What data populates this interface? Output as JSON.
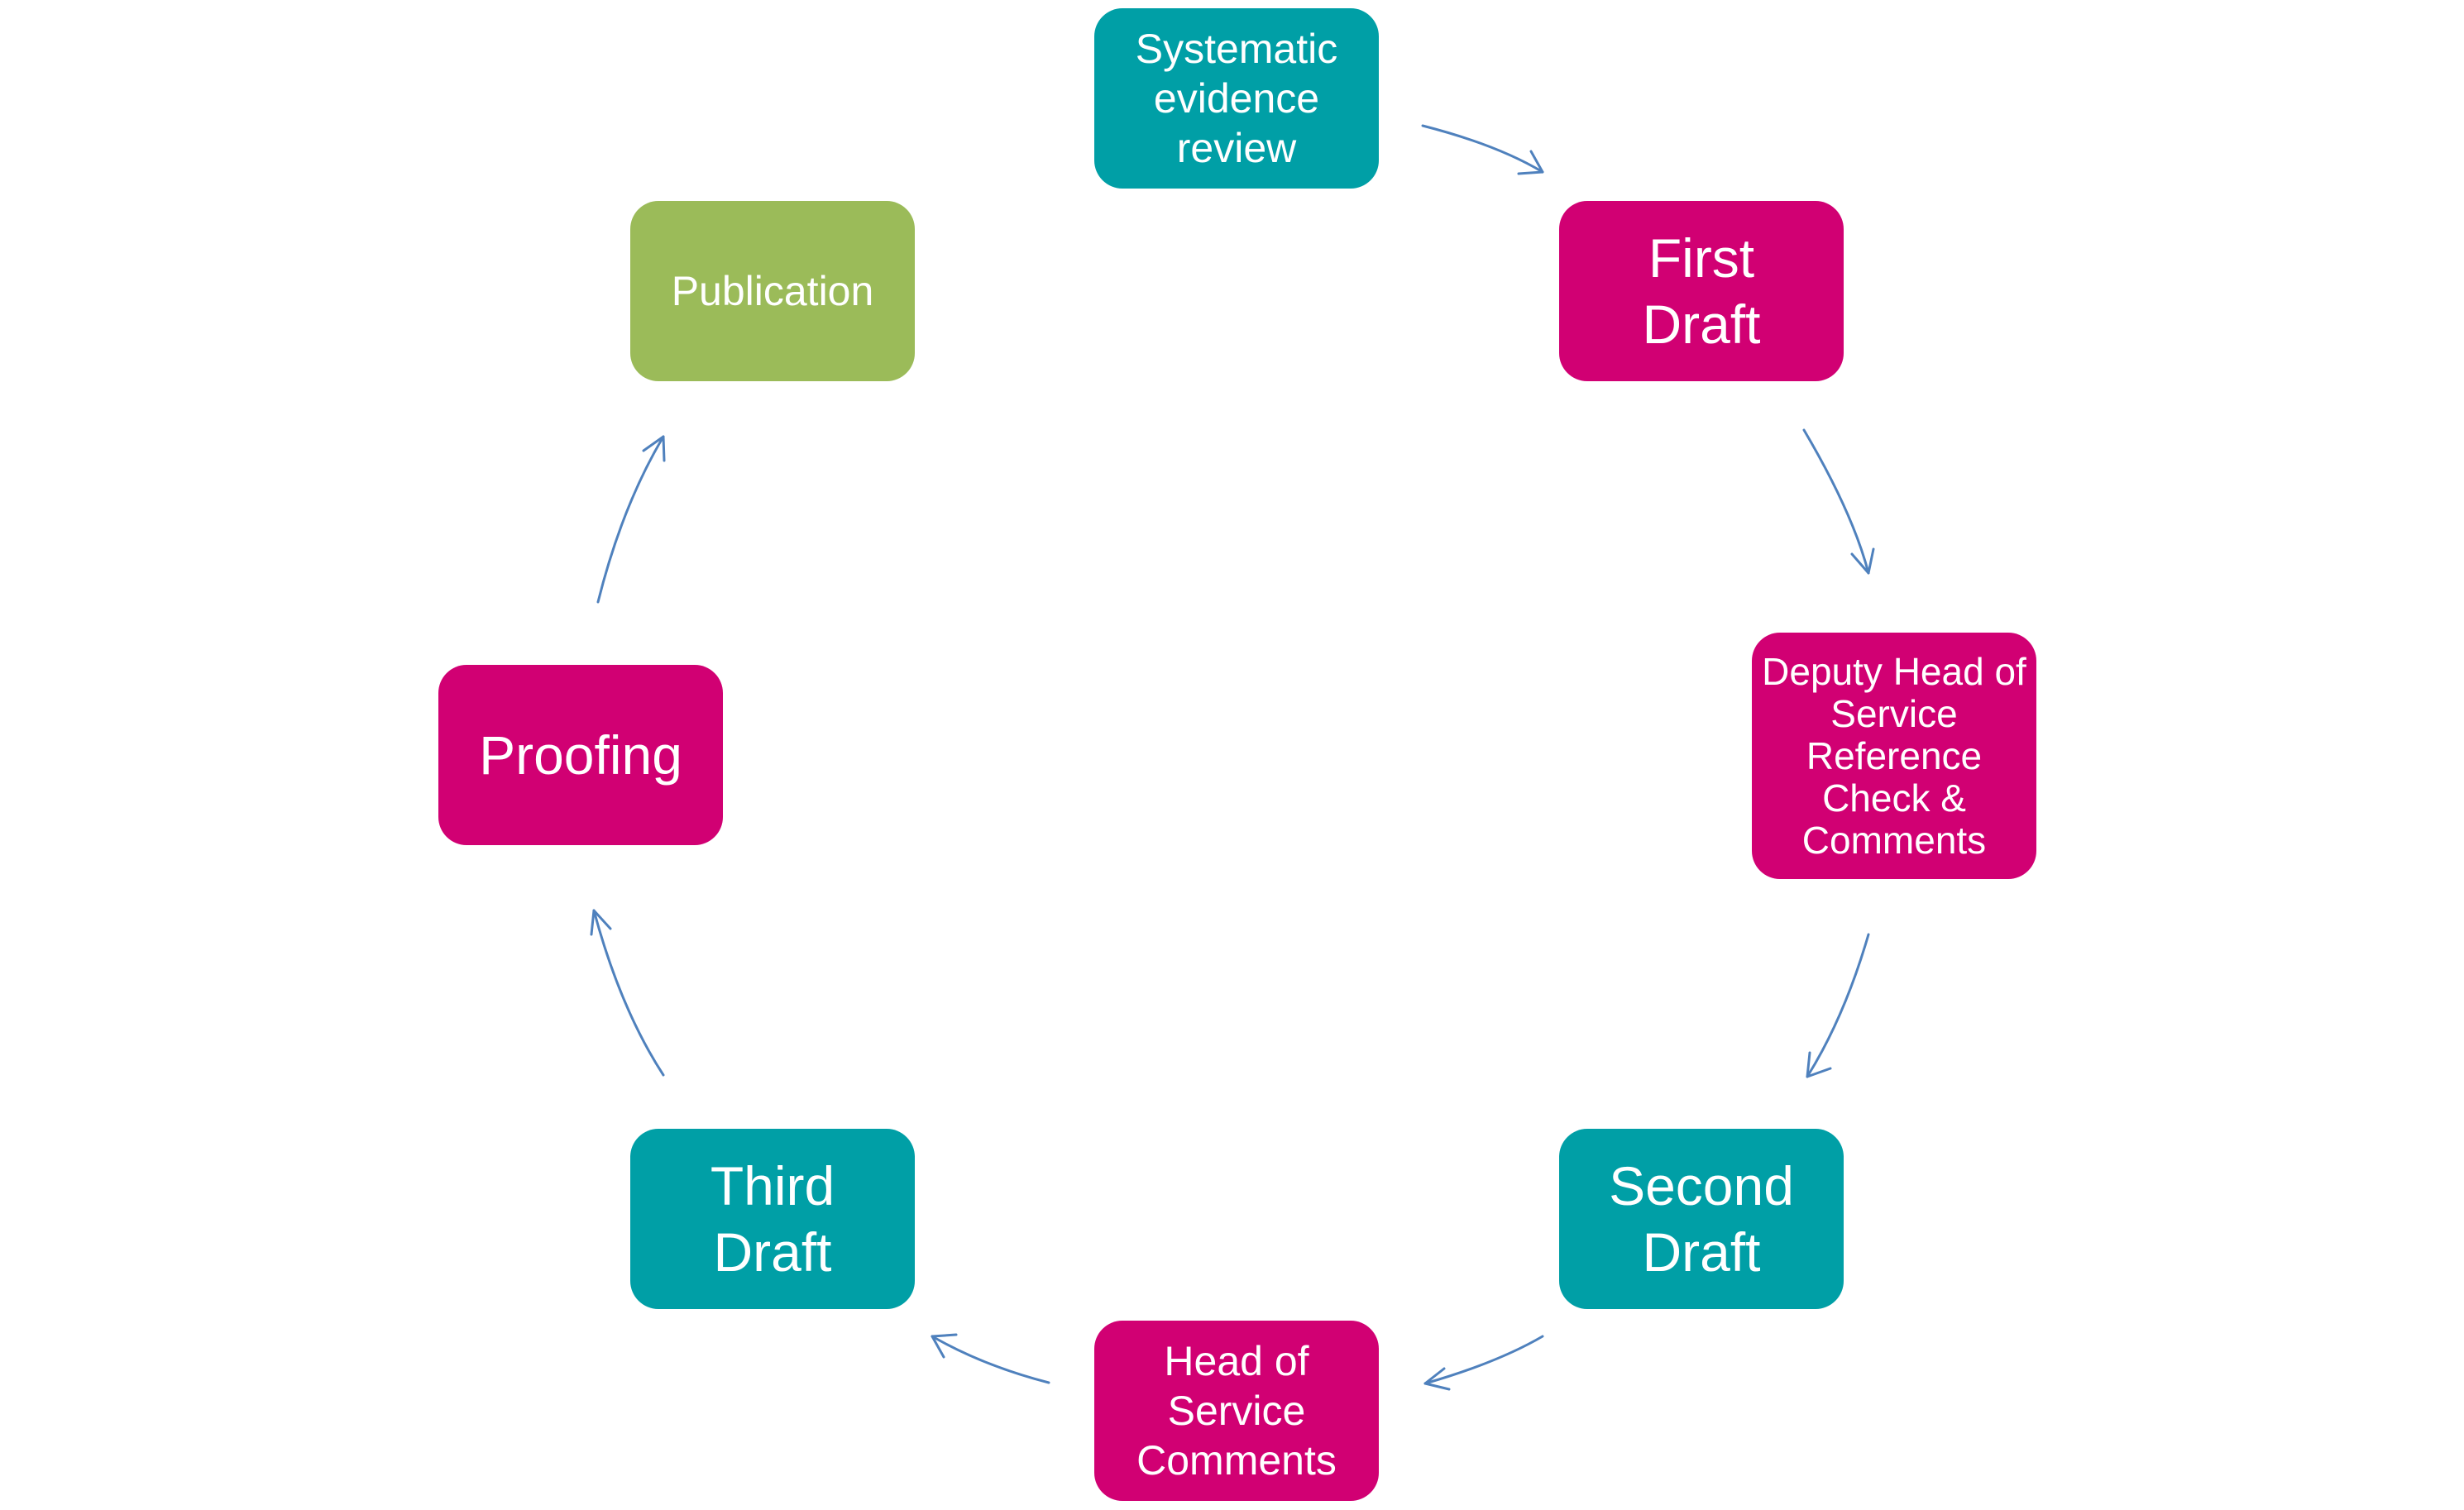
{
  "diagram": {
    "nodes": [
      {
        "id": "systematic-evidence-review",
        "label": "Systematic\nevidence\nreview",
        "color": "#009fa6"
      },
      {
        "id": "first-draft",
        "label": "First\nDraft",
        "color": "#d10073"
      },
      {
        "id": "deputy-head-reference-check",
        "label": "Deputy Head of\nService\nReference\nCheck &\nComments",
        "color": "#d10073"
      },
      {
        "id": "second-draft",
        "label": "Second\nDraft",
        "color": "#009fa6"
      },
      {
        "id": "head-of-service-comments",
        "label": "Head of\nService\nComments",
        "color": "#d10073"
      },
      {
        "id": "third-draft",
        "label": "Third\nDraft",
        "color": "#009fa6"
      },
      {
        "id": "proofing",
        "label": "Proofing",
        "color": "#d10073"
      },
      {
        "id": "publication",
        "label": "Publication",
        "color": "#9bbb59"
      }
    ],
    "edges": [
      {
        "from": "systematic-evidence-review",
        "to": "first-draft"
      },
      {
        "from": "first-draft",
        "to": "deputy-head-reference-check"
      },
      {
        "from": "deputy-head-reference-check",
        "to": "second-draft"
      },
      {
        "from": "second-draft",
        "to": "head-of-service-comments"
      },
      {
        "from": "head-of-service-comments",
        "to": "third-draft"
      },
      {
        "from": "third-draft",
        "to": "proofing"
      },
      {
        "from": "proofing",
        "to": "publication"
      }
    ],
    "arrow_color": "#4f81bd"
  }
}
